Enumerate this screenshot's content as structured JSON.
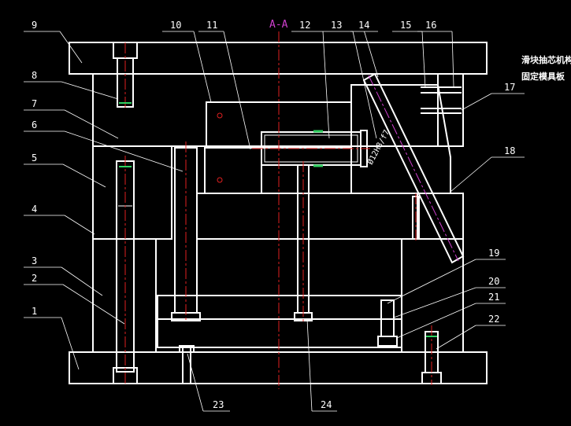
{
  "title": "A-A",
  "note_lines": [
    "滑块抽芯机构",
    "固定模具板"
  ],
  "dimension": "Ø12H8/f7",
  "part_labels": [
    "1",
    "2",
    "3",
    "4",
    "5",
    "6",
    "7",
    "8",
    "9",
    "10",
    "11",
    "12",
    "13",
    "14",
    "15",
    "16",
    "17",
    "18",
    "19",
    "20",
    "21",
    "22",
    "23",
    "24"
  ],
  "colors": {
    "background": "#000000",
    "outline": "#ffffff",
    "hatch": "#c8c8c8",
    "centerline": "#e02020",
    "section_mark": "#d040d0",
    "seal": "#30d060"
  }
}
